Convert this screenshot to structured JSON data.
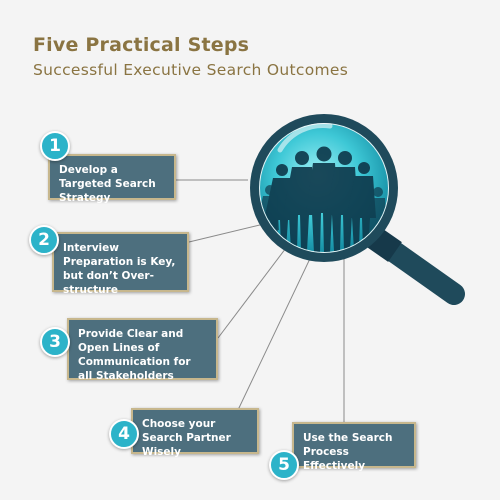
{
  "header": {
    "title": "Five Practical Steps",
    "subtitle": "Successful Executive Search Outcomes"
  },
  "steps": [
    {
      "number": "1",
      "label": "Develop a Targeted Search Strategy"
    },
    {
      "number": "2",
      "label": "Interview Preparation is Key, but don’t Over-structure"
    },
    {
      "number": "3",
      "label": "Provide Clear and Open Lines of Communication for all Stakeholders"
    },
    {
      "number": "4",
      "label": "Choose your Search Partner Wisely"
    },
    {
      "number": "5",
      "label": "Use the Search Process Effectively"
    }
  ],
  "colors": {
    "title": "#8a7442",
    "box_fill": "#4d6f7e",
    "box_border": "#c7b78d",
    "badge": "#2cb3c9",
    "lens_ring": "#1f4a5b",
    "lens_glass": "#34c1d1"
  },
  "illustration": {
    "icon": "magnifying-glass-business-team-icon"
  }
}
